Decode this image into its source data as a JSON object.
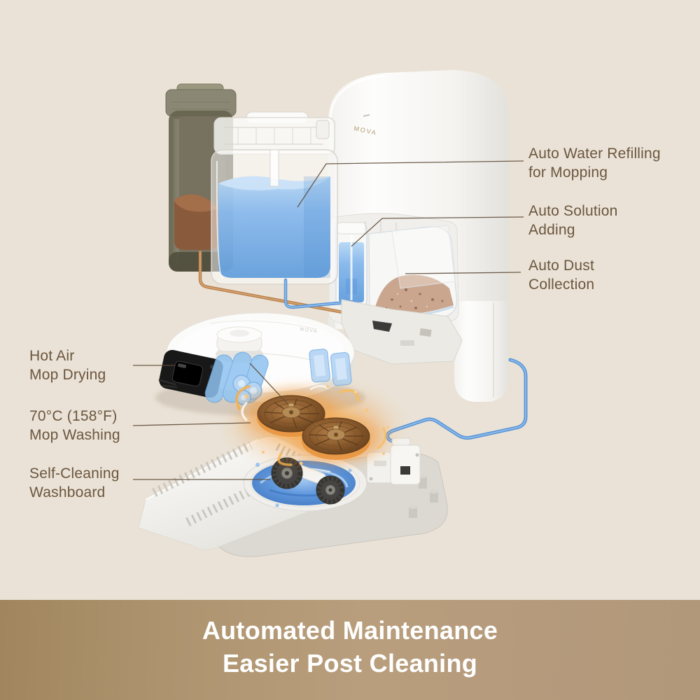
{
  "brand": {
    "logo": "MOVA"
  },
  "theme": {
    "background": "#eae2d6",
    "label_color": "#6b563f",
    "leader_line_color": "#5f4c39",
    "banner_gradient_left": "#a0855e",
    "banner_gradient_mid": "#b89e7c",
    "banner_gradient_right": "#b2987b",
    "banner_text_color": "#ffffff",
    "water_blue": "#6ea9e4",
    "solution_blue": "#7fb3e8",
    "tube_blue": "#5b96d8",
    "tube_brown": "#b9824f",
    "glow_orange": "#f6a53a",
    "dust_brown": "#c7a189"
  },
  "callouts": {
    "right": [
      {
        "id": "auto-water-refilling",
        "line1": "Auto Water Refilling",
        "line2": "for Mopping"
      },
      {
        "id": "auto-solution-adding",
        "line1": "Auto Solution",
        "line2": "Adding"
      },
      {
        "id": "auto-dust-collection",
        "line1": "Auto Dust",
        "line2": "Collection"
      }
    ],
    "left": [
      {
        "id": "hot-air-mop-drying",
        "line1": "Hot Air",
        "line2": "Mop Drying"
      },
      {
        "id": "mop-washing-temperature",
        "line1": "70°C (158°F)",
        "line2": "Mop Washing"
      },
      {
        "id": "self-cleaning-washboard",
        "line1": "Self-Cleaning",
        "line2": "Washboard"
      }
    ]
  },
  "banner": {
    "line1": "Automated Maintenance",
    "line2": "Easier Post Cleaning"
  }
}
